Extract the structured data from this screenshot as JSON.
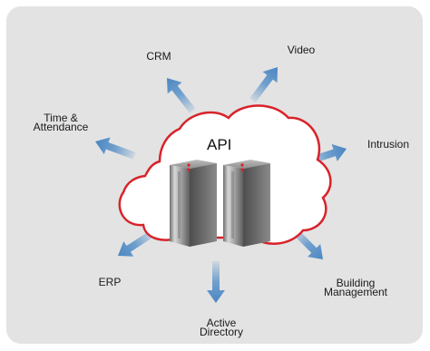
{
  "diagram": {
    "center_label": "API",
    "nodes": [
      {
        "id": "crm",
        "lines": [
          "CRM"
        ]
      },
      {
        "id": "video",
        "lines": [
          "Video"
        ]
      },
      {
        "id": "time",
        "lines": [
          "Time &",
          "Attendance"
        ]
      },
      {
        "id": "intrusion",
        "lines": [
          "Intrusion"
        ]
      },
      {
        "id": "erp",
        "lines": [
          "ERP"
        ]
      },
      {
        "id": "building",
        "lines": [
          "Building",
          "Management"
        ]
      },
      {
        "id": "ad",
        "lines": [
          "Active",
          "Directory"
        ]
      }
    ],
    "colors": {
      "panel": "#e3e3e3",
      "cloud_outline": "#d8232a",
      "arrow": "#5b93c9",
      "server": "#9a9a9a"
    }
  }
}
